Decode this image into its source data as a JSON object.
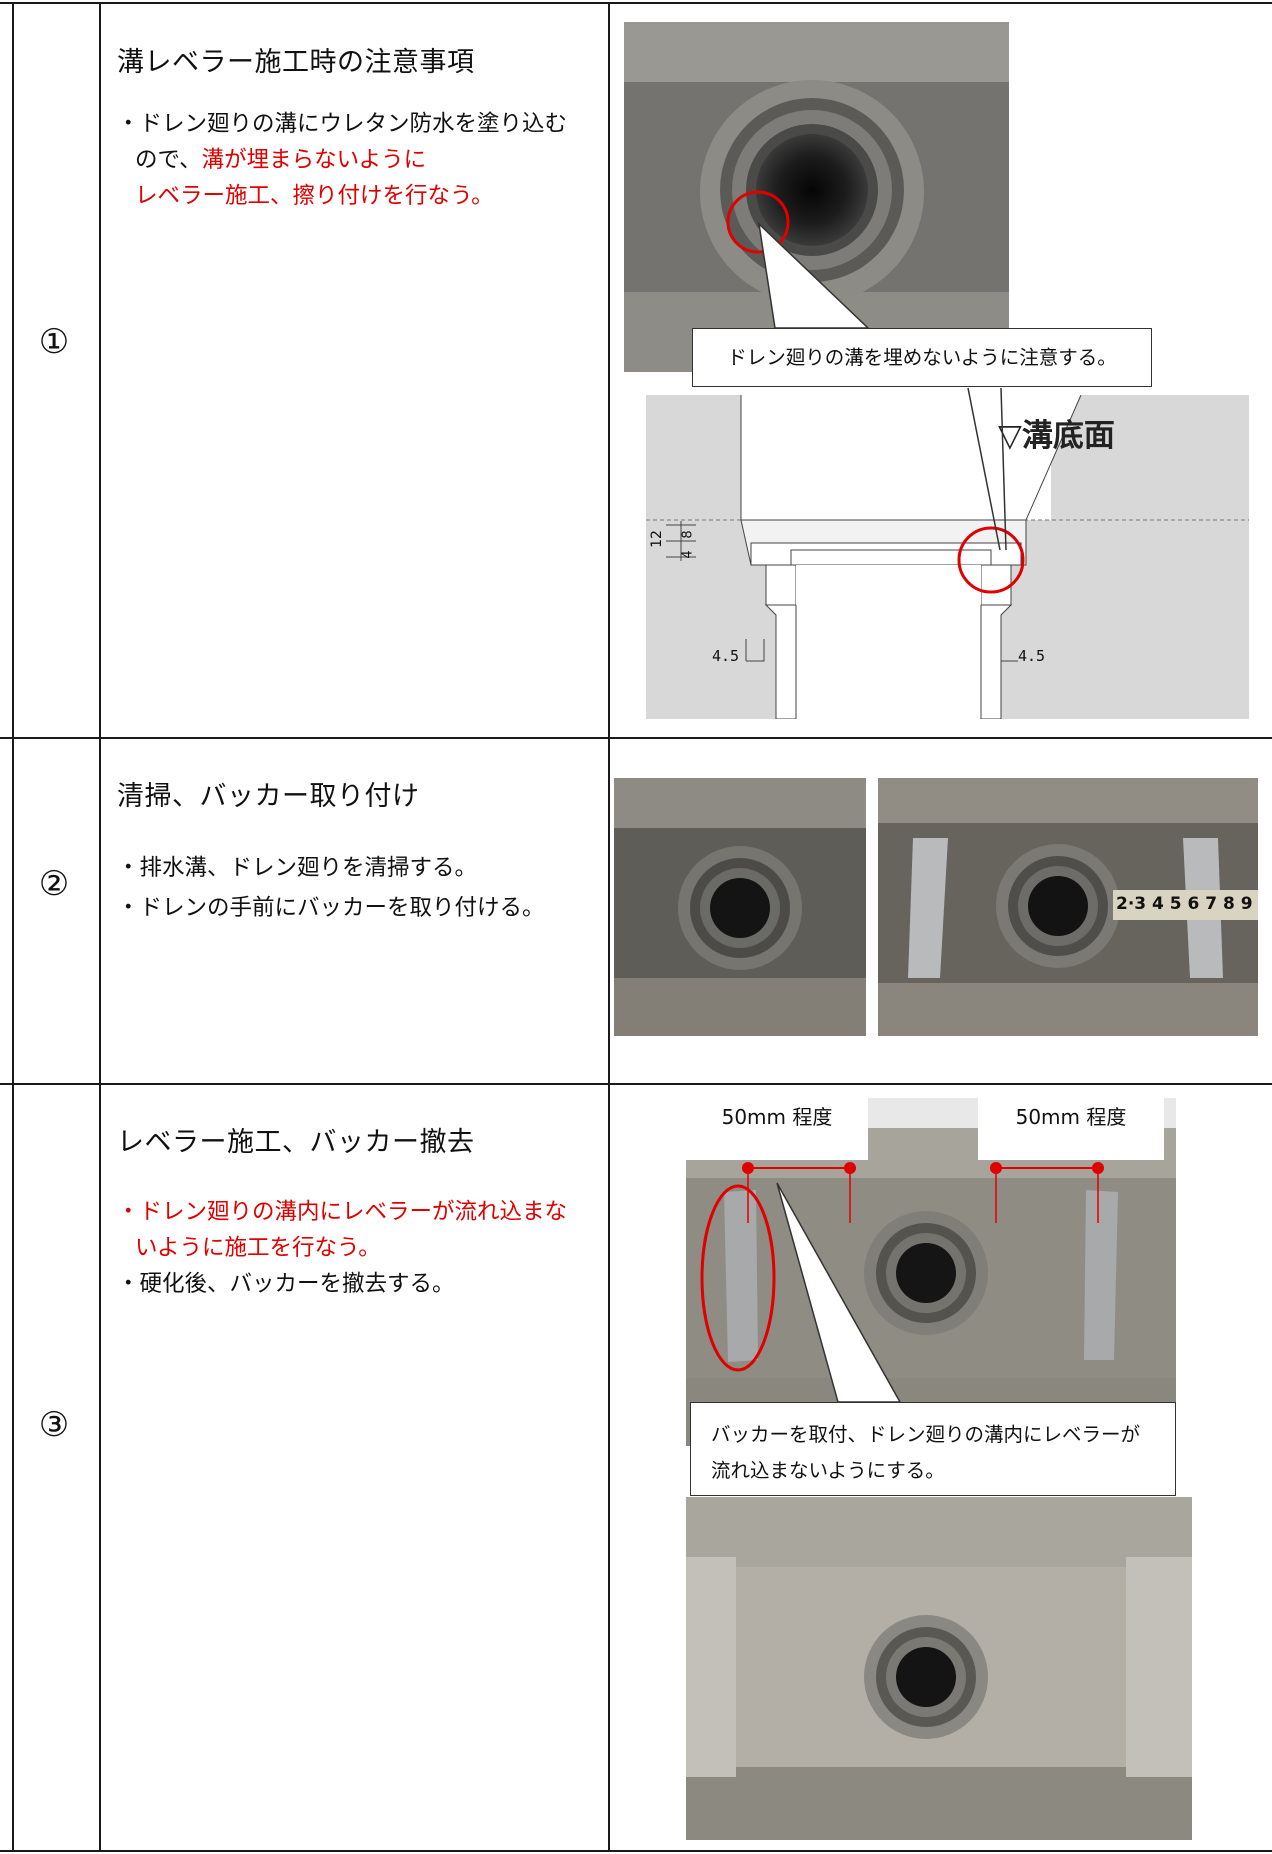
{
  "rows": [
    {
      "number": "①",
      "title": "溝レベラー施工時の注意事項",
      "bullet_prefix": "・ドレン廻りの溝にウレタン防水を塗り込む",
      "bullet_cont_black": "ので、",
      "bullet_cont_red": "溝が埋まらないように",
      "bullet_red_line": "レベラー施工、擦り付けを行なう。",
      "callout": "ドレン廻りの溝を埋めないように注意する。",
      "diagram": {
        "surface_label": "▽溝底面",
        "dim_12": "12",
        "dim_4": "4",
        "dim_8": "8",
        "dim_left": "4.5",
        "dim_right": "4.5"
      }
    },
    {
      "number": "②",
      "title": "清掃、バッカー取り付け",
      "bullets": [
        "・排水溝、ドレン廻りを清掃する。",
        "・ドレンの手前にバッカーを取り付ける。"
      ],
      "tape_label": "2·3 4 5 6 7 8 9"
    },
    {
      "number": "③",
      "title": "レベラー施工、バッカー撤去",
      "bullet_red_1": "・ドレン廻りの溝内にレベラーが流れ込まな",
      "bullet_red_2": "いように施工を行なう。",
      "bullet_black": "・硬化後、バッカーを撤去する。",
      "label_left": "50mm 程度",
      "label_right": "50mm 程度",
      "callout_line1": "バッカーを取付、ドレン廻りの溝内にレベラーが",
      "callout_line2": "流れ込まないようにする。"
    }
  ],
  "colors": {
    "accent_red": "#e00000",
    "border": "#1a1a1a",
    "concrete": "#8a8a86"
  }
}
